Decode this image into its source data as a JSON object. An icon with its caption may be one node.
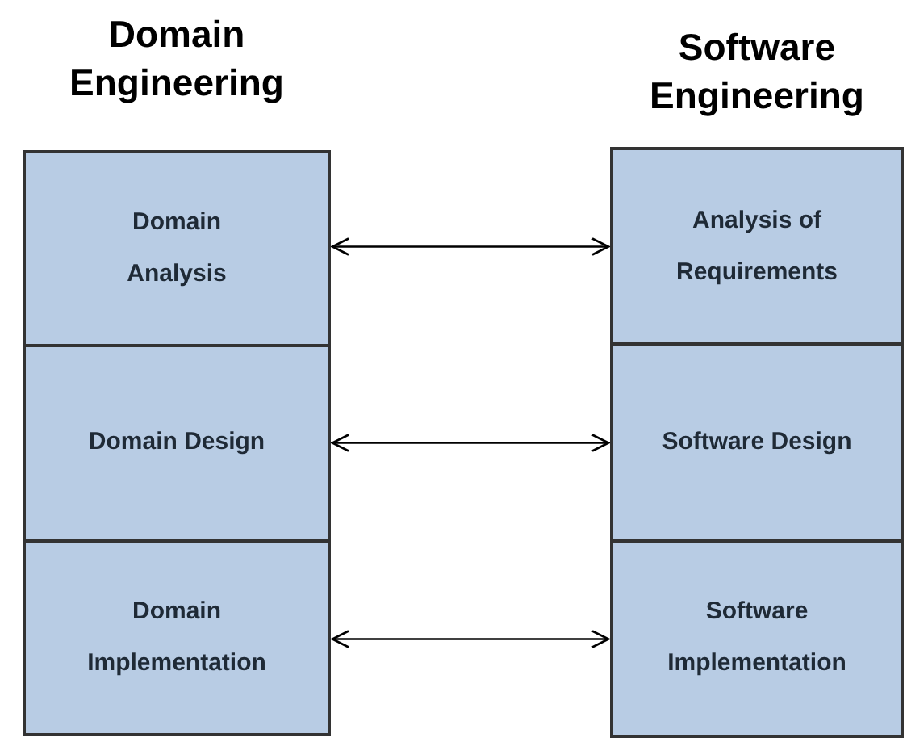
{
  "diagram": {
    "nodes": [
      {
        "text": [
          "Domain Engineering"
        ]
      },
      {
        "text": [
          "Domain Analysis"
        ],
        "in": 0
      },
      {
        "text": [
          "Domain Design"
        ],
        "in": 0
      },
      {
        "text": [
          "Domain Implementation"
        ],
        "in": 0
      },
      {
        "text": [
          "Software Engineering"
        ]
      },
      {
        "text": [
          "Analysis of Requirements"
        ],
        "in": 4
      },
      {
        "text": [
          "Software Design"
        ],
        "in": 4
      },
      {
        "text": [
          "Software Implementation"
        ],
        "in": 4
      }
    ],
    "edges": [
      {
        "from": 1,
        "to": 5,
        "arrow": "both"
      },
      {
        "from": 2,
        "to": 6,
        "arrow": "both"
      },
      {
        "from": 3,
        "to": 7,
        "arrow": "both"
      }
    ]
  }
}
